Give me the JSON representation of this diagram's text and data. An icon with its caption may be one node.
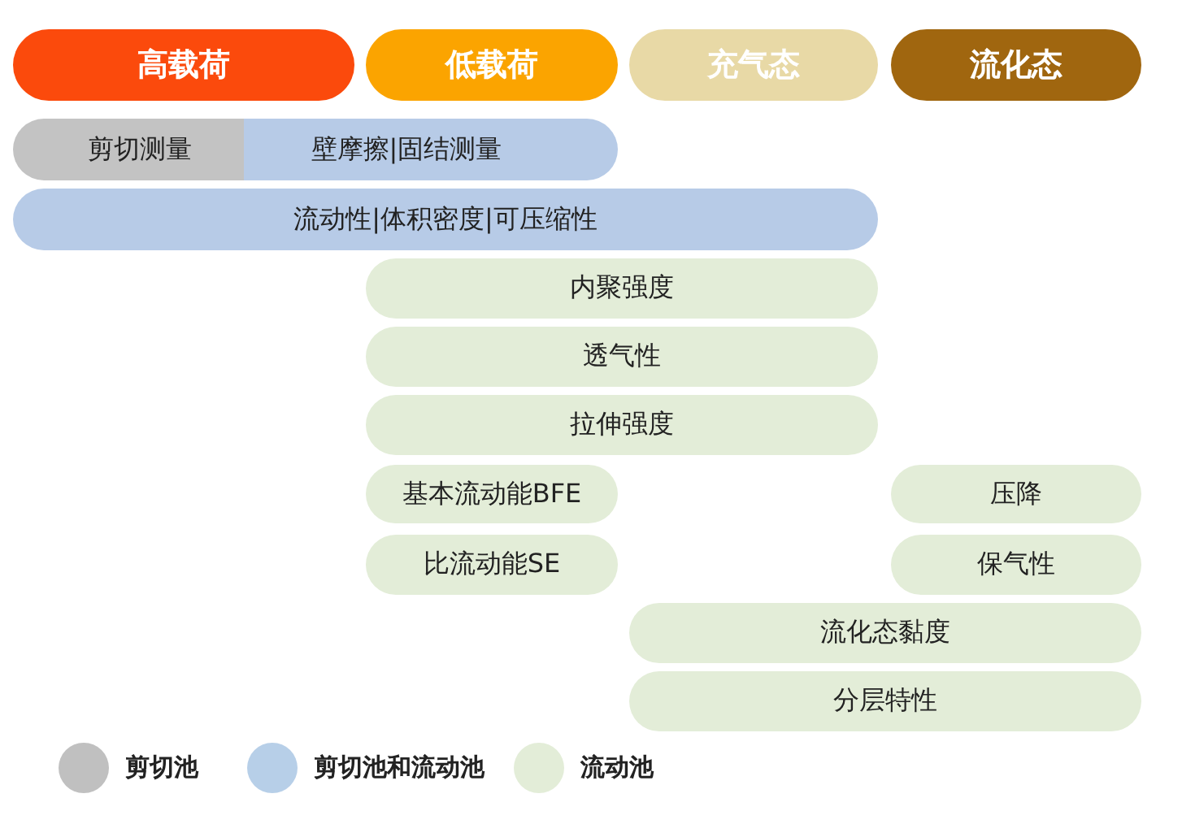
{
  "diagram": {
    "nodes": [
      {
        "text": [
          "高载荷"
        ]
      },
      {
        "text": [
          "低载荷"
        ]
      },
      {
        "text": [
          "充气态"
        ]
      },
      {
        "text": [
          "流化态"
        ]
      },
      {
        "text": [
          "剪切测量"
        ]
      },
      {
        "text": [
          "壁摩擦|固结测量"
        ]
      },
      {
        "text": [
          "流动性|体积密度|可压缩性"
        ]
      },
      {
        "text": [
          "内聚强度"
        ]
      },
      {
        "text": [
          "透气性"
        ]
      },
      {
        "text": [
          "拉伸强度"
        ]
      },
      {
        "text": [
          "基本流动能BFE"
        ]
      },
      {
        "text": [
          "压降"
        ]
      },
      {
        "text": [
          "比流动能SE"
        ]
      },
      {
        "text": [
          "保气性"
        ]
      },
      {
        "text": [
          "流化态黏度"
        ]
      },
      {
        "text": [
          "分层特性"
        ]
      }
    ],
    "legend": [
      {
        "text": "剪切池",
        "color": "#c0c0c0"
      },
      {
        "text": "剪切池和流动池",
        "color": "#b7cfe8"
      },
      {
        "text": "流动池",
        "color": "#e3edd8"
      }
    ]
  }
}
